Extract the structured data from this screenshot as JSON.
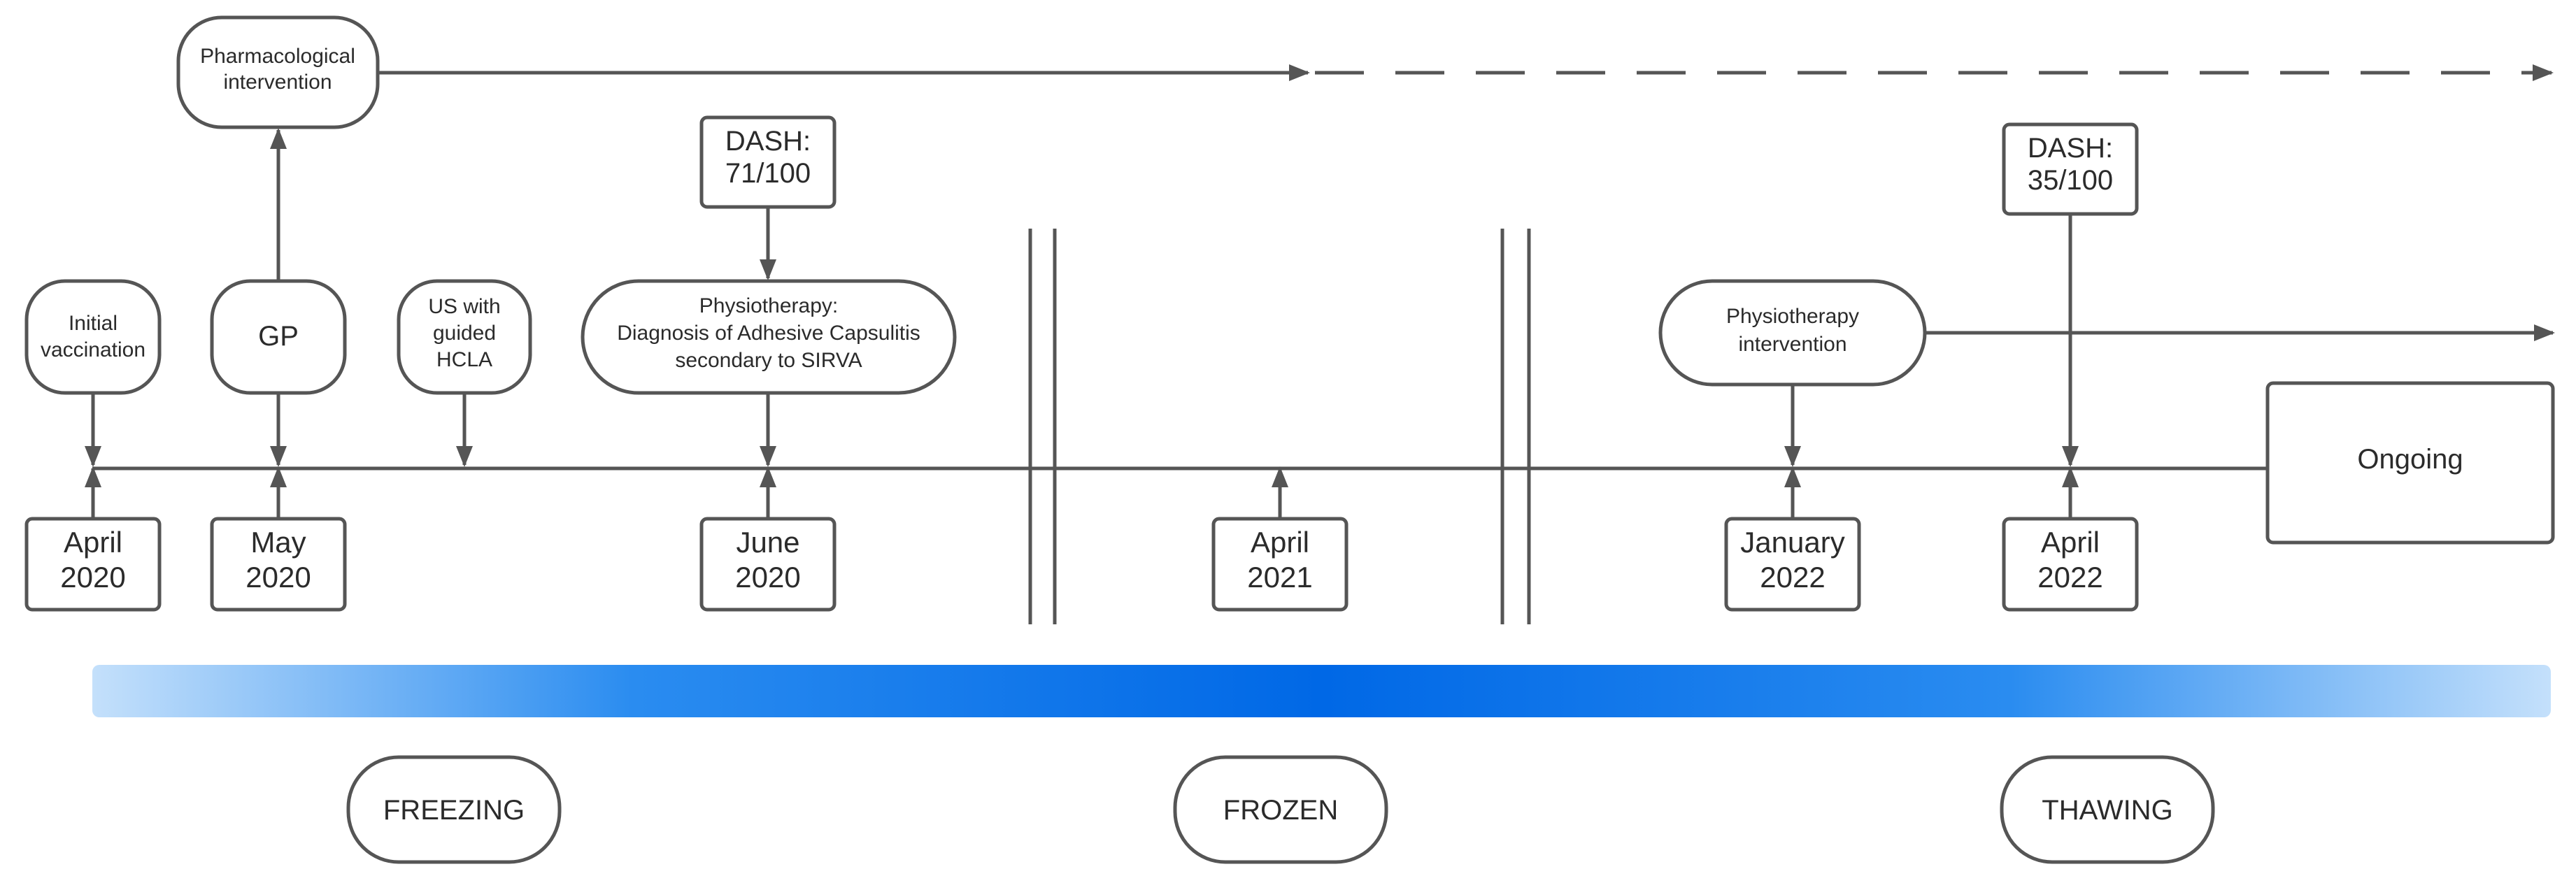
{
  "colors": {
    "line": "#555555",
    "gradient_light": "#c4e0fb",
    "gradient_dark": "#0068e6"
  },
  "events": {
    "initial_vaccination": [
      "Initial",
      "vaccination"
    ],
    "gp": [
      "GP"
    ],
    "us_hcla": [
      "US with",
      "guided",
      "HCLA"
    ],
    "physio_diagnosis": [
      "Physiotherapy:",
      "Diagnosis of Adhesive Capsulitis",
      "secondary to SIRVA"
    ],
    "pharmacological": [
      "Pharmacological",
      "intervention"
    ],
    "physio_intervention": [
      "Physiotherapy",
      "intervention"
    ],
    "ongoing": [
      "Ongoing"
    ]
  },
  "scores": {
    "dash_june_2020": [
      "DASH:",
      "71/100"
    ],
    "dash_april_2022": [
      "DASH:",
      "35/100"
    ]
  },
  "dates": {
    "april_2020": [
      "April",
      "2020"
    ],
    "may_2020": [
      "May",
      "2020"
    ],
    "june_2020": [
      "June",
      "2020"
    ],
    "april_2021": [
      "April",
      "2021"
    ],
    "january_2022": [
      "January",
      "2022"
    ],
    "april_2022": [
      "April",
      "2022"
    ]
  },
  "phases": [
    "FREEZING",
    "FROZEN",
    "THAWING"
  ]
}
